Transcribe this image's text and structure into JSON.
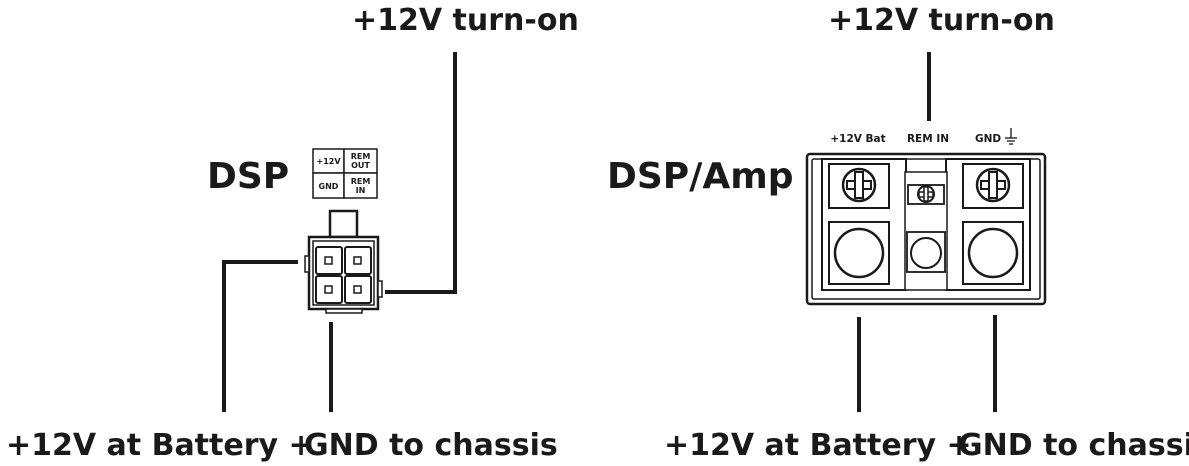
{
  "colors": {
    "ink": "#1a1a1a",
    "background": "#ffffff",
    "cavity": "#cccccc"
  },
  "left": {
    "title": "DSP",
    "turn_on_label": "+12V turn-on",
    "battery_label": "+12V at Battery +",
    "ground_label": "GND to chassis",
    "pinout": {
      "top_left": "+12V",
      "top_right_line1": "REM",
      "top_right_line2": "OUT",
      "bottom_left": "GND",
      "bottom_right_line1": "REM",
      "bottom_right_line2": "IN"
    }
  },
  "right": {
    "title": "DSP/Amp",
    "turn_on_label": "+12V turn-on",
    "battery_label": "+12V at Battery +",
    "ground_label": "GND to chassis",
    "terminals": {
      "bat_label": "+12V Bat",
      "rem_label": "REM IN",
      "gnd_label": "GND"
    }
  }
}
